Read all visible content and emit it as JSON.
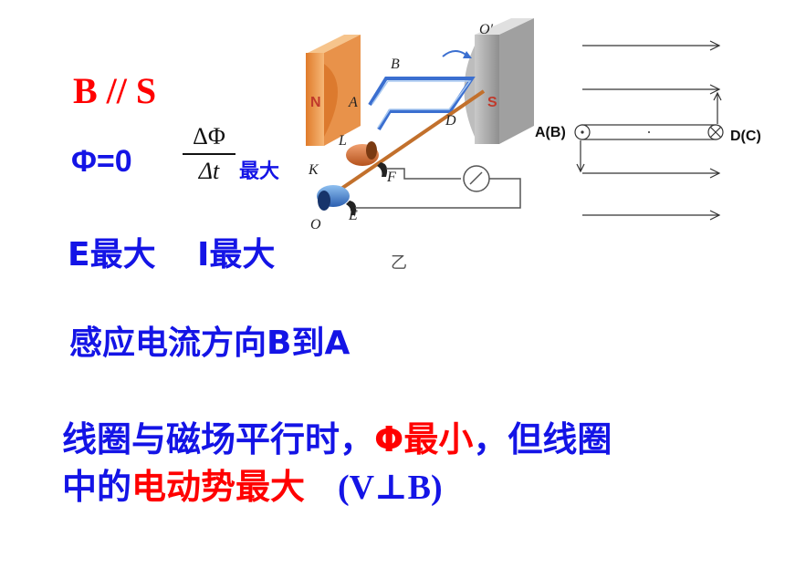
{
  "left_panel": {
    "b_parallel_s": "B // S",
    "phi_zero": "Φ=0",
    "frac_numerator": "ΔΦ",
    "frac_denominator": "Δt",
    "frac_label": "最大",
    "e_max": "E最大",
    "i_max": "I最大",
    "current_direction": "感应电流方向B到A"
  },
  "figure": {
    "label_o_prime": "O′",
    "label_b": "B",
    "label_a": "A",
    "label_d": "D",
    "label_s": "S",
    "label_n": "N",
    "label_l": "L",
    "label_k": "K",
    "label_f": "F",
    "label_e": "E",
    "label_o": "O",
    "caption": "乙"
  },
  "field_diagram": {
    "label_ab": "A(B)",
    "label_dc": "D(C)"
  },
  "bottom": {
    "line1_blue_a": "线圈与磁场平行时，",
    "line1_red": "Φ最小",
    "line1_blue_b": "，但线圈",
    "line2_blue": "中的",
    "line2_red": "电动势最大",
    "line2_formula": "(V⊥B)"
  },
  "colors": {
    "red": "#ff0000",
    "blue": "#1414e6"
  }
}
